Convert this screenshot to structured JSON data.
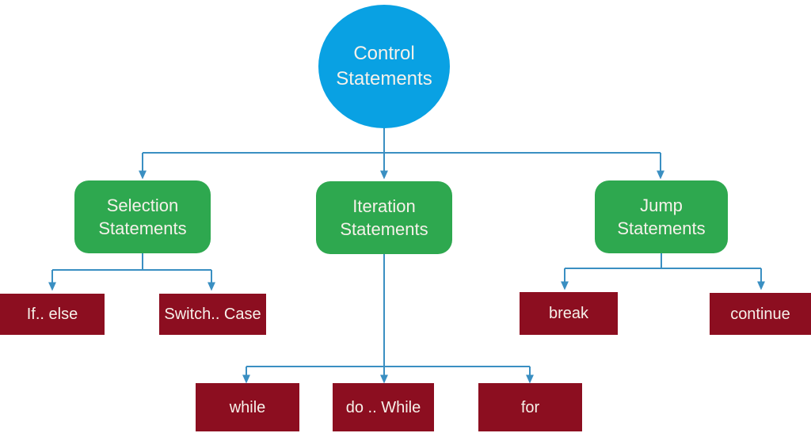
{
  "colors": {
    "root_fill": "#09a1e3",
    "branch_fill": "#2ea84f",
    "leaf_fill": "#8c0e20",
    "connector": "#3a8fc2",
    "text": "#f6f1ea"
  },
  "nodes": {
    "root": {
      "label": "Control Statements"
    },
    "branches": [
      {
        "label": "Selection Statements"
      },
      {
        "label": "Iteration Statements"
      },
      {
        "label": "Jump Statements"
      }
    ],
    "leaves": [
      {
        "label": "If.. else",
        "parent": "Selection Statements"
      },
      {
        "label": "Switch.. Case",
        "parent": "Selection Statements"
      },
      {
        "label": "while",
        "parent": "Iteration Statements"
      },
      {
        "label": "do .. While",
        "parent": "Iteration Statements"
      },
      {
        "label": "for",
        "parent": "Iteration Statements"
      },
      {
        "label": "break",
        "parent": "Jump Statements"
      },
      {
        "label": "continue",
        "parent": "Jump Statements"
      }
    ]
  }
}
